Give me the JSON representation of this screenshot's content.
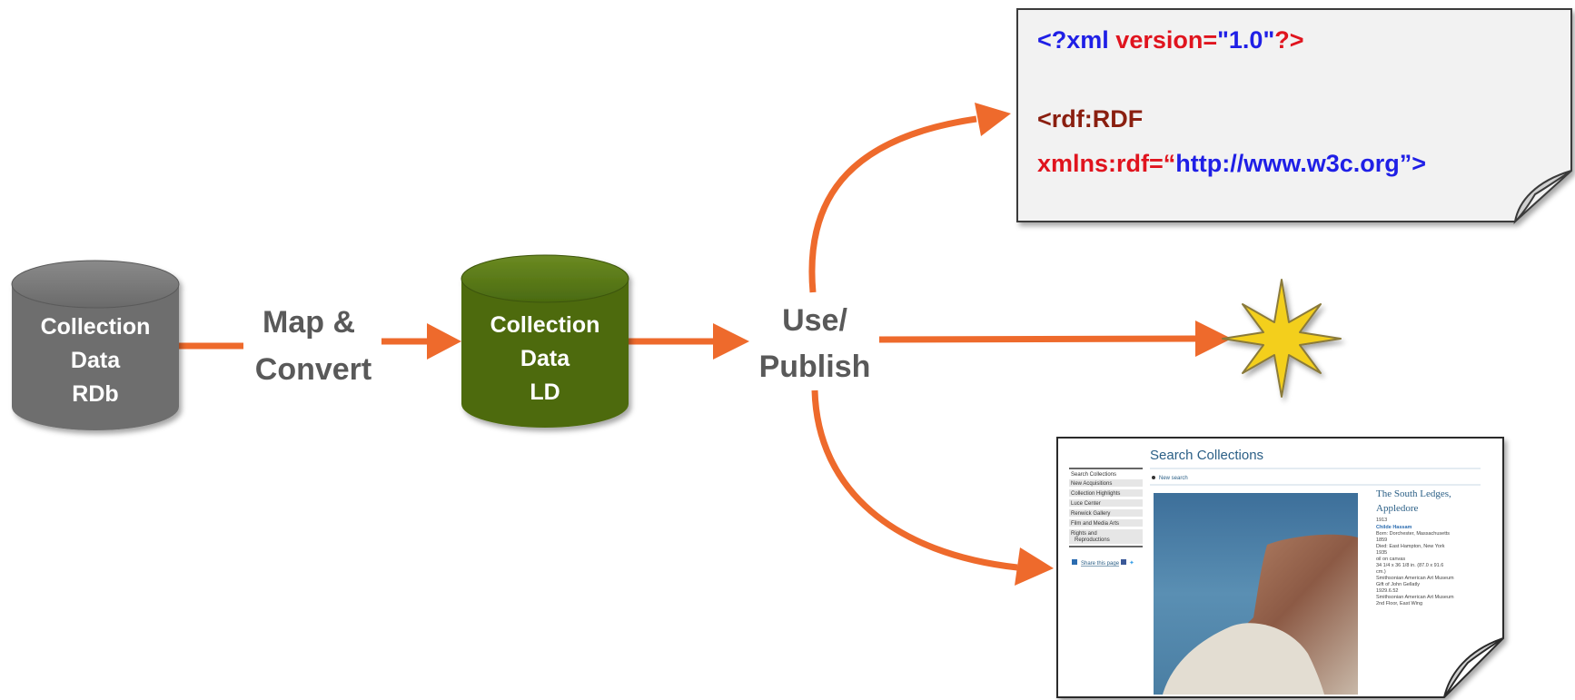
{
  "nodes": {
    "rdb": {
      "lines": [
        "Collection",
        "Data",
        "RDb"
      ],
      "color": "#6e6e6e"
    },
    "ld": {
      "lines": [
        "Collection",
        "Data",
        "LD"
      ],
      "color": "#4d6a0e"
    }
  },
  "steps": {
    "convert": {
      "lines": [
        "Map &",
        "Convert"
      ]
    },
    "publish": {
      "lines": [
        "Use/",
        "Publish"
      ]
    }
  },
  "arrow_color": "#ee6a2c",
  "xml_doc": {
    "line1": {
      "open": "<?xml ",
      "attr": "version=",
      "value": "\"1.0\"",
      "close": "?>"
    },
    "line2": {
      "tag": "<rdf:RDF"
    },
    "line3": {
      "attr": "xmlns:rdf=“",
      "value": "http://www.w3c.org”>"
    }
  },
  "web_page": {
    "heading": "Search Collections",
    "new_search": "New search",
    "sidebar": [
      "Search Collections",
      "New Acquisitions",
      "Collection Highlights",
      "Luce Center",
      "Renwick Gallery",
      "Film and Media Arts",
      "Rights and",
      "Reproductions"
    ],
    "share_text": "Share this page",
    "artwork_title_line1": "The South Ledges,",
    "artwork_title_line2": "Appledore",
    "artwork_details": [
      "1913",
      "Childe Hassam",
      "Born: Dorchester, Massachusetts",
      "1859",
      "Died: East Hampton, New York",
      "1935",
      "oil on canvas",
      "34 1/4 x 36 1/8 in. (87.0 x 91.6",
      "cm.)",
      "Smithsonian American Art Museum",
      "Gift of John Gellatly",
      "1929.6.52",
      "Smithsonian American Art Museum",
      "2nd Floor, East Wing"
    ]
  },
  "colors": {
    "xml_blue": "#1f1fe6",
    "xml_red": "#e0141e",
    "xml_brown": "#8a1f10",
    "star_fill": "#f3cf1d",
    "web_heading": "#2b5f86"
  }
}
